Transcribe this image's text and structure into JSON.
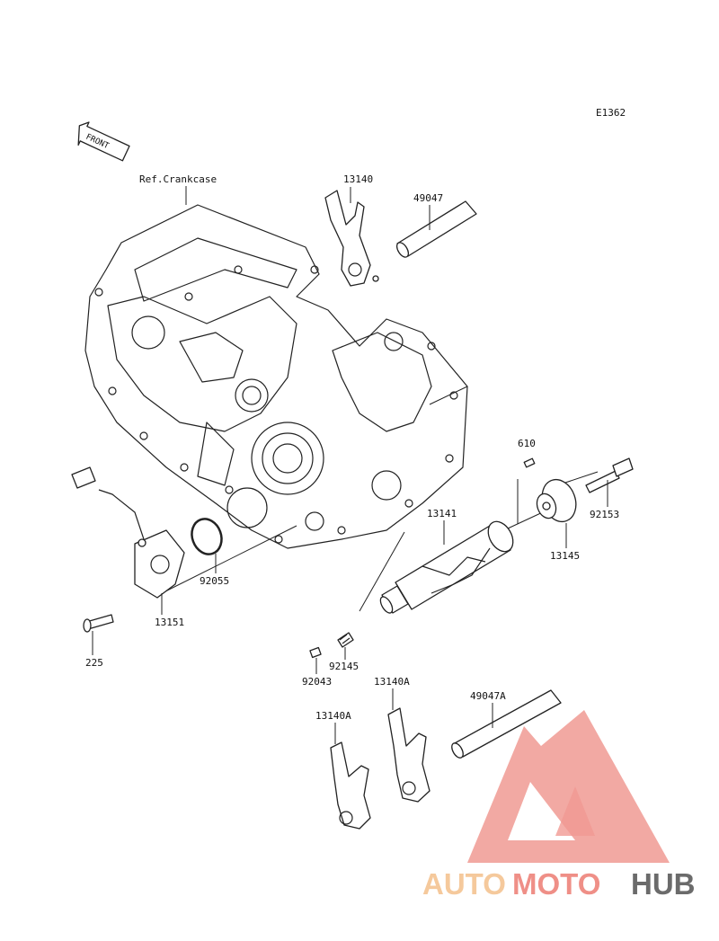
{
  "diagram": {
    "code": "E1362",
    "front_label": "FRONT",
    "ref_label": "Ref.Crankcase"
  },
  "parts": [
    {
      "id": "p13140",
      "number": "13140"
    },
    {
      "id": "p49047",
      "number": "49047"
    },
    {
      "id": "p610",
      "number": "610"
    },
    {
      "id": "p13141",
      "number": "13141"
    },
    {
      "id": "p92153",
      "number": "92153"
    },
    {
      "id": "p13145",
      "number": "13145"
    },
    {
      "id": "p92055",
      "number": "92055"
    },
    {
      "id": "p13151",
      "number": "13151"
    },
    {
      "id": "p225",
      "number": "225"
    },
    {
      "id": "p92145",
      "number": "92145"
    },
    {
      "id": "p92043",
      "number": "92043"
    },
    {
      "id": "p13140A_top",
      "number": "13140A"
    },
    {
      "id": "p49047A",
      "number": "49047A"
    },
    {
      "id": "p13140A_left",
      "number": "13140A"
    }
  ],
  "watermark": {
    "part1": "AUTO",
    "part2": "MOTO",
    "part3": "HUB",
    "color_light": "#f5c99c",
    "color_red": "#ef8f87",
    "color_dark": "#6b6b6b"
  }
}
